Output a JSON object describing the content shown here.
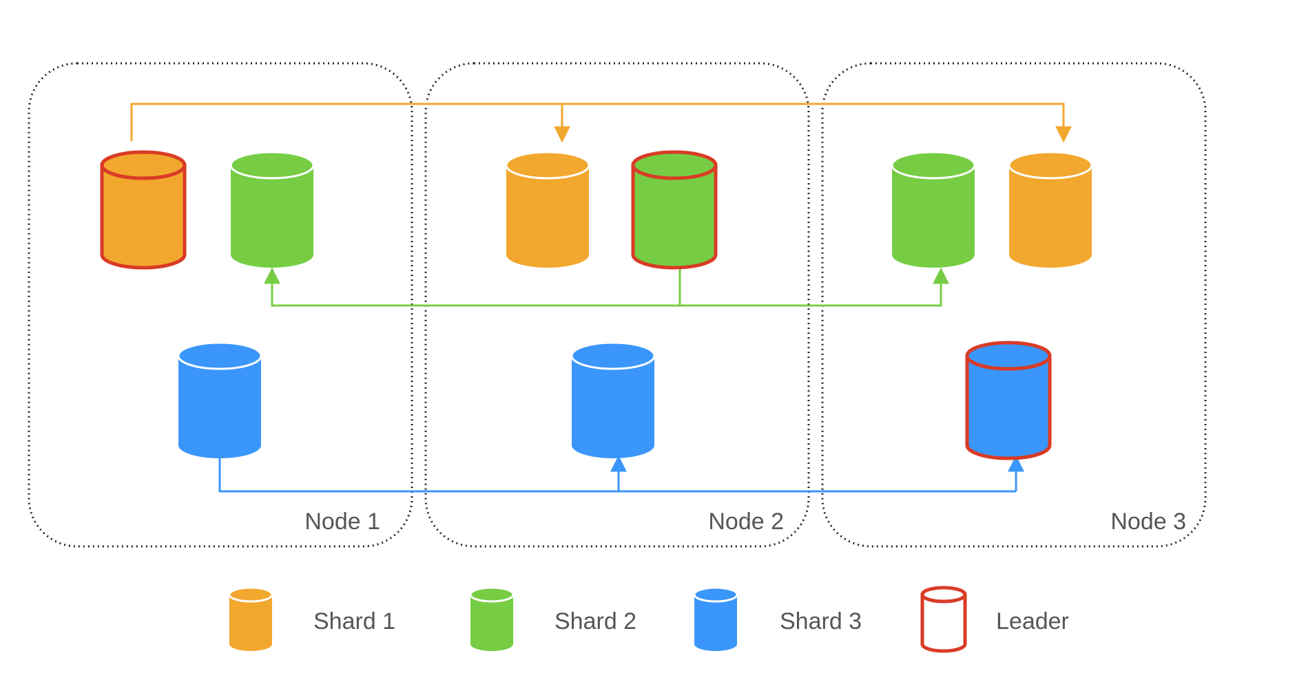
{
  "colors": {
    "shard1": "#F2A72E",
    "shard2": "#76CD44",
    "shard3": "#3B96FB",
    "leader": "#D93B25",
    "node_border": "#222222"
  },
  "nodes": [
    {
      "label": "Node 1"
    },
    {
      "label": "Node 2"
    },
    {
      "label": "Node 3"
    }
  ],
  "cylinders": [
    {
      "node": "Node 1",
      "shard": "shard1",
      "leader": true
    },
    {
      "node": "Node 1",
      "shard": "shard2",
      "leader": false
    },
    {
      "node": "Node 1",
      "shard": "shard3",
      "leader": false
    },
    {
      "node": "Node 2",
      "shard": "shard1",
      "leader": false
    },
    {
      "node": "Node 2",
      "shard": "shard2",
      "leader": true
    },
    {
      "node": "Node 2",
      "shard": "shard3",
      "leader": false
    },
    {
      "node": "Node 3",
      "shard": "shard2",
      "leader": false
    },
    {
      "node": "Node 3",
      "shard": "shard1",
      "leader": false
    },
    {
      "node": "Node 3",
      "shard": "shard3",
      "leader": true
    }
  ],
  "connections": [
    {
      "shard": "shard1",
      "from": "Node 1",
      "to": [
        "Node 2",
        "Node 3"
      ]
    },
    {
      "shard": "shard2",
      "from": "Node 2",
      "to": [
        "Node 1",
        "Node 3"
      ]
    },
    {
      "shard": "shard3",
      "from": "Node 1",
      "to": [
        "Node 2",
        "Node 3"
      ]
    }
  ],
  "legend": [
    {
      "label": "Shard 1",
      "shard": "shard1"
    },
    {
      "label": "Shard 2",
      "shard": "shard2"
    },
    {
      "label": "Shard 3",
      "shard": "shard3"
    },
    {
      "label": "Leader",
      "shard": "leader"
    }
  ]
}
